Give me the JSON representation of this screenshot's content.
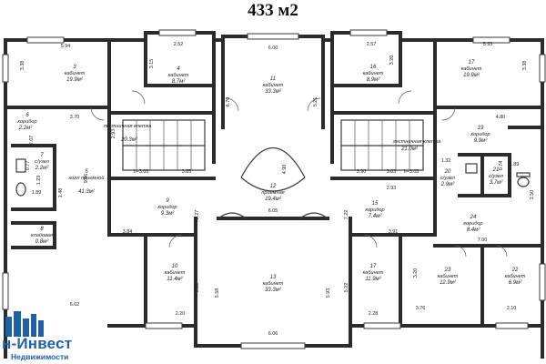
{
  "title": "433 м2",
  "logo": {
    "name": "н-Инвест",
    "sub": "Недвижимости"
  },
  "rooms": [
    {
      "num": "3",
      "name": "кабинет",
      "area": "19.9м²"
    },
    {
      "num": "4",
      "name": "кабинет",
      "area": "8.7м²"
    },
    {
      "num": "11",
      "name": "кабинет",
      "area": "33.3м²"
    },
    {
      "num": "16",
      "name": "кабинет",
      "area": "8.9м²"
    },
    {
      "num": "17",
      "name": "кабинет",
      "area": "19.9м²"
    },
    {
      "num": "6",
      "name": "коридор",
      "area": "2.2м²"
    },
    {
      "num": "7",
      "name": "с/узел",
      "area": "2.2м²"
    },
    {
      "num": "5",
      "name": "холл приемной",
      "area": "41.3м²"
    },
    {
      "num": "",
      "name": "лестничная клетка",
      "area": "20.3м²"
    },
    {
      "num": "",
      "name": "лестничная клетка",
      "area": "21.0м²"
    },
    {
      "num": "19",
      "name": "коридор",
      "area": "9.9м²"
    },
    {
      "num": "12",
      "name": "приемная",
      "area": "19.4м²"
    },
    {
      "num": "9",
      "name": "коридор",
      "area": "9.3м²"
    },
    {
      "num": "15",
      "name": "коридор",
      "area": "7.4м²"
    },
    {
      "num": "8",
      "name": "кладовая",
      "area": "0.8м²"
    },
    {
      "num": "20",
      "name": "с/узел",
      "area": "2.9м²"
    },
    {
      "num": "21",
      "name": "с/узел",
      "area": "3.7м²"
    },
    {
      "num": "24",
      "name": "коридор",
      "area": "8.4м²"
    },
    {
      "num": "10",
      "name": "кабинет",
      "area": "11.4м²"
    },
    {
      "num": "13",
      "name": "кабинет",
      "area": "33.3м²"
    },
    {
      "num": "17",
      "name": "кабинет",
      "area": "11.9м²"
    },
    {
      "num": "23",
      "name": "кабинет",
      "area": "12.9м²"
    },
    {
      "num": "22",
      "name": "кабинет",
      "area": "6.9м²"
    }
  ],
  "dims": [
    "5.94",
    "3.38",
    "2.52",
    "3.15",
    "6.00",
    "6.70",
    "5.21",
    "2.57",
    "3.20",
    "5.93",
    "3.38",
    "3.70",
    "4.80",
    "2.07",
    "1.89",
    "0.77",
    "1.23",
    "9.66",
    "2.93",
    "3.85",
    "3.90",
    "3.03",
    "h=3.03",
    "h=3.03",
    "4.90",
    "1.32",
    "0.74",
    "1.89",
    "2.93",
    "2.27",
    "6.05",
    "7.22",
    "3.84",
    "3.91",
    "7.00",
    "5.22",
    "5.58",
    "5.93",
    "5.22",
    "3.20",
    "3.76",
    "2.20",
    "6.06",
    "2.28",
    "2.10",
    "6.02",
    "1.48",
    "2.50"
  ],
  "colors": {
    "wall": "#2b2b2b",
    "logo": "#1e5fa8"
  }
}
